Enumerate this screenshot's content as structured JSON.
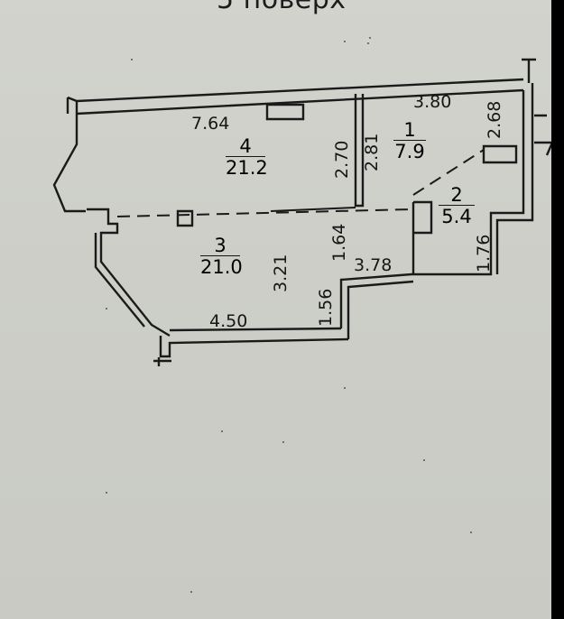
{
  "title": "5 поверх",
  "rooms": [
    {
      "number": "4",
      "area": "21.2"
    },
    {
      "number": "3",
      "area": "21.0"
    },
    {
      "number": "1",
      "area": "7.9"
    },
    {
      "number": "2",
      "area": "5.4"
    }
  ],
  "dimensions": {
    "top_left": "7.64",
    "top_right": "3.80",
    "room4_height": "2.70",
    "room1_height": "2.81",
    "right_top": "2.68",
    "hall_vertical": "1.64",
    "room3_vertical": "3.21",
    "room2_vertical": "1.76",
    "hall_width": "3.78",
    "bottom_width": "4.50",
    "bottom_step": "1.56"
  }
}
